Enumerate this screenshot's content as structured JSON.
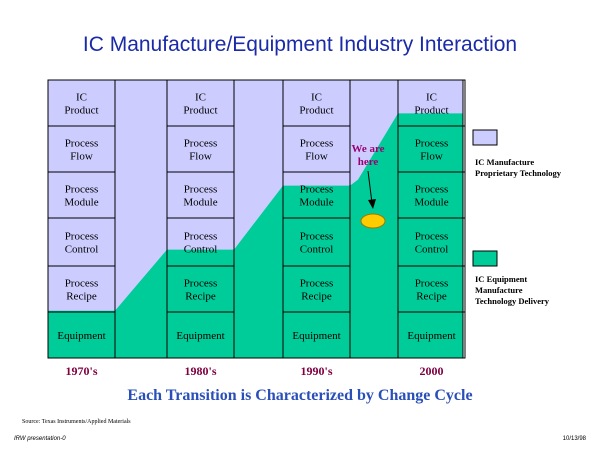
{
  "title": "IC Manufacture/Equipment Industry Interaction",
  "colors": {
    "proprietary": "#ccccff",
    "delivery": "#00cc99",
    "marker": "#ffcc00",
    "era_label": "#800040",
    "title": "#1a2aa8",
    "subtitle": "#2a4fb8"
  },
  "rows": [
    [
      "IC",
      "Product"
    ],
    [
      "Process",
      "Flow"
    ],
    [
      "Process",
      "Module"
    ],
    [
      "Process",
      "Control"
    ],
    [
      "Process",
      "Recipe"
    ],
    [
      "Equipment"
    ]
  ],
  "eras": [
    {
      "label": "1970's",
      "delivery_level": 0.17
    },
    {
      "label": "1980's",
      "delivery_level": 0.39
    },
    {
      "label": "1990's",
      "delivery_level": 0.62
    },
    {
      "label": "2000",
      "delivery_level": 0.88
    }
  ],
  "annotation": {
    "line1": "We are",
    "line2": "here"
  },
  "legend": [
    {
      "lines": [
        "IC Manufacture",
        "Proprietary Technology"
      ],
      "color": "#ccccff"
    },
    {
      "lines": [
        "IC Equipment",
        "Manufacture",
        "Technology Delivery"
      ],
      "color": "#00cc99"
    }
  ],
  "subtitle": "Each Transition is Characterized by Change Cycle",
  "source": "Source: Texas Instruments/Applied Materials",
  "footer": {
    "left": "IRW presentation-0",
    "right": "10/13/98"
  }
}
